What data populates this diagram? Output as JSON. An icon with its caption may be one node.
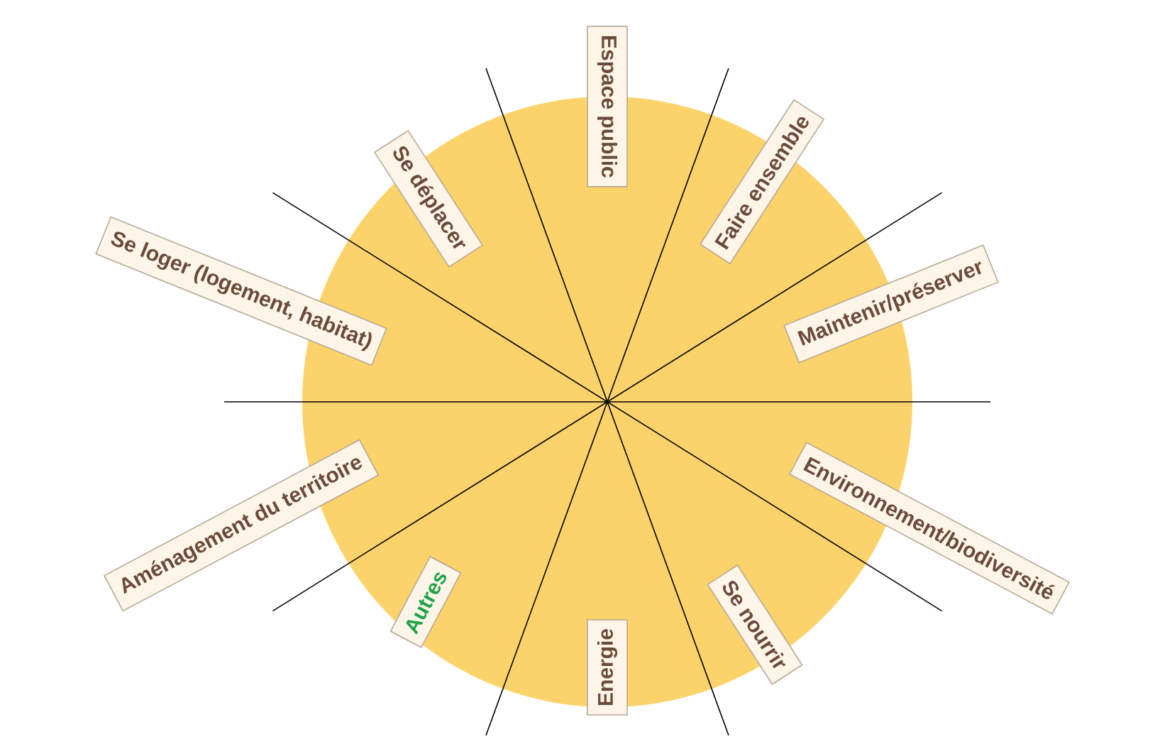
{
  "diagram": {
    "nodes": [
      {
        "text": [
          "Espace public"
        ]
      },
      {
        "text": [
          "Faire ensemble"
        ]
      },
      {
        "text": [
          "Maintenir/préserver"
        ]
      },
      {
        "text": [
          "Environnement/biodiversité"
        ]
      },
      {
        "text": [
          "Se nourrir"
        ]
      },
      {
        "text": [
          "Energie"
        ]
      },
      {
        "text": [
          "Autres"
        ]
      },
      {
        "text": [
          "Aménagement du territoire"
        ]
      },
      {
        "text": [
          "Se loger (logement, habitat)"
        ]
      },
      {
        "text": [
          "Se déplacer"
        ]
      }
    ]
  }
}
